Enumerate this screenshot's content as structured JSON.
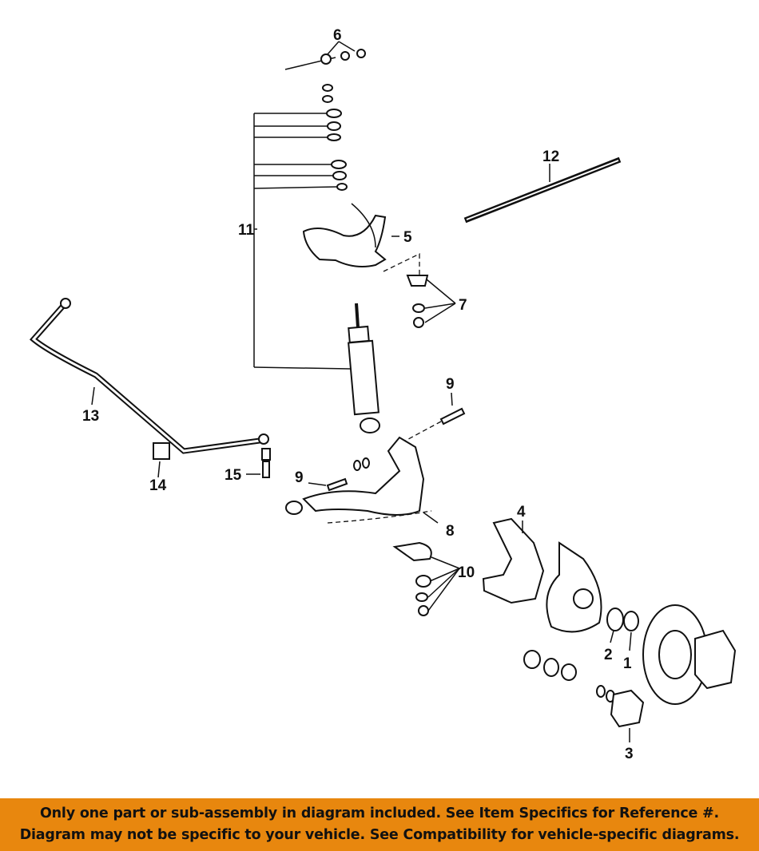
{
  "diagram": {
    "title": "Front suspension parts diagram",
    "callouts": [
      "6",
      "12",
      "11",
      "5",
      "7",
      "13",
      "9",
      "14",
      "15",
      "9",
      "8",
      "4",
      "10",
      "2",
      "1",
      "3"
    ]
  },
  "banner": {
    "line1": "Only one part or sub-assembly in diagram included. See Item Specifics for Reference #.",
    "line2": "Diagram may not be specific to your vehicle. See Compatibility for vehicle-specific diagrams."
  },
  "colors": {
    "banner_bg": "#E8870E",
    "text": "#111111"
  }
}
